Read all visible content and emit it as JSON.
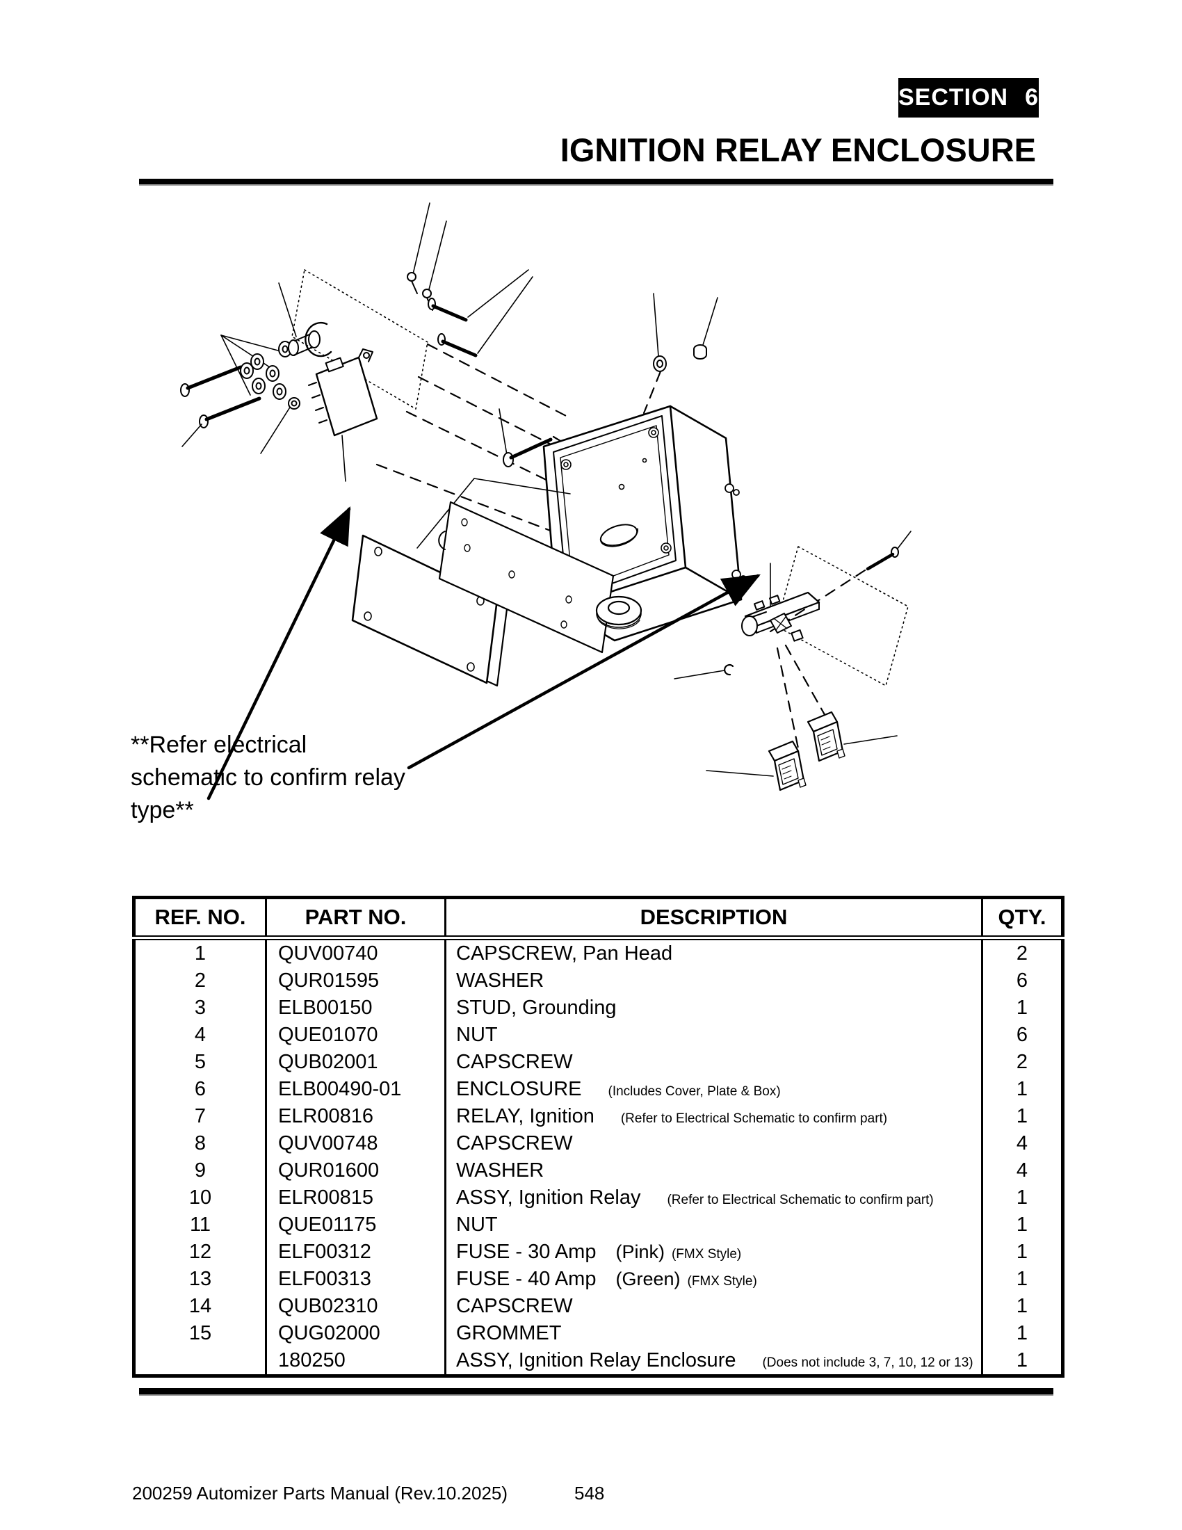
{
  "section_badge": {
    "label": "SECTION",
    "number": "6"
  },
  "page_title": "IGNITION RELAY ENCLOSURE",
  "diagram_note": {
    "line1": "**Refer electrical",
    "line2": "schematic to confirm relay",
    "line3": "type**"
  },
  "table": {
    "headers": {
      "ref": "REF. NO.",
      "part": "PART NO.",
      "desc": "DESCRIPTION",
      "qty": "QTY."
    },
    "rows": [
      {
        "ref": "1",
        "part": "QUV00740",
        "desc": "CAPSCREW, Pan Head",
        "qty": "2"
      },
      {
        "ref": "2",
        "part": "QUR01595",
        "desc": "WASHER",
        "qty": "6"
      },
      {
        "ref": "3",
        "part": "ELB00150",
        "desc": "STUD, Grounding",
        "qty": "1"
      },
      {
        "ref": "4",
        "part": "QUE01070",
        "desc": "NUT",
        "qty": "6"
      },
      {
        "ref": "5",
        "part": "QUB02001",
        "desc": "CAPSCREW",
        "qty": "2"
      },
      {
        "ref": "6",
        "part": "ELB00490-01",
        "desc": "ENCLOSURE",
        "desc_small": "(Includes Cover, Plate & Box)",
        "qty": "1"
      },
      {
        "ref": "7",
        "part": "ELR00816",
        "desc": "RELAY, Ignition",
        "desc_small": "(Refer to Electrical Schematic to confirm part)",
        "qty": "1"
      },
      {
        "ref": "8",
        "part": "QUV00748",
        "desc": "CAPSCREW",
        "qty": "4"
      },
      {
        "ref": "9",
        "part": "QUR01600",
        "desc": "WASHER",
        "qty": "4"
      },
      {
        "ref": "10",
        "part": "ELR00815",
        "desc": "ASSY, Ignition Relay",
        "desc_small": "(Refer to Electrical Schematic to confirm part)",
        "qty": "1"
      },
      {
        "ref": "11",
        "part": "QUE01175",
        "desc": "NUT",
        "qty": "1"
      },
      {
        "ref": "12",
        "part": "ELF00312",
        "desc": "FUSE - 30 Amp",
        "desc_mid": "(Pink)",
        "desc_small": "(FMX Style)",
        "qty": "1"
      },
      {
        "ref": "13",
        "part": "ELF00313",
        "desc": "FUSE - 40 Amp",
        "desc_mid": "(Green)",
        "desc_small": "(FMX Style)",
        "qty": "1"
      },
      {
        "ref": "14",
        "part": "QUB02310",
        "desc": "CAPSCREW",
        "qty": "1"
      },
      {
        "ref": "15",
        "part": "QUG02000",
        "desc": "GROMMET",
        "qty": "1"
      },
      {
        "ref": "",
        "part": "180250",
        "desc": "ASSY, Ignition Relay Enclosure",
        "desc_small": "(Does not include 3, 7, 10, 12 or 13)",
        "qty": "1"
      }
    ]
  },
  "footer": {
    "manual": "200259 Automizer Parts Manual (Rev.10.2025)",
    "page_number": "548"
  },
  "colors": {
    "ink": "#000000",
    "paper": "#ffffff",
    "badge_bg": "#000000",
    "badge_text": "#ffffff"
  }
}
